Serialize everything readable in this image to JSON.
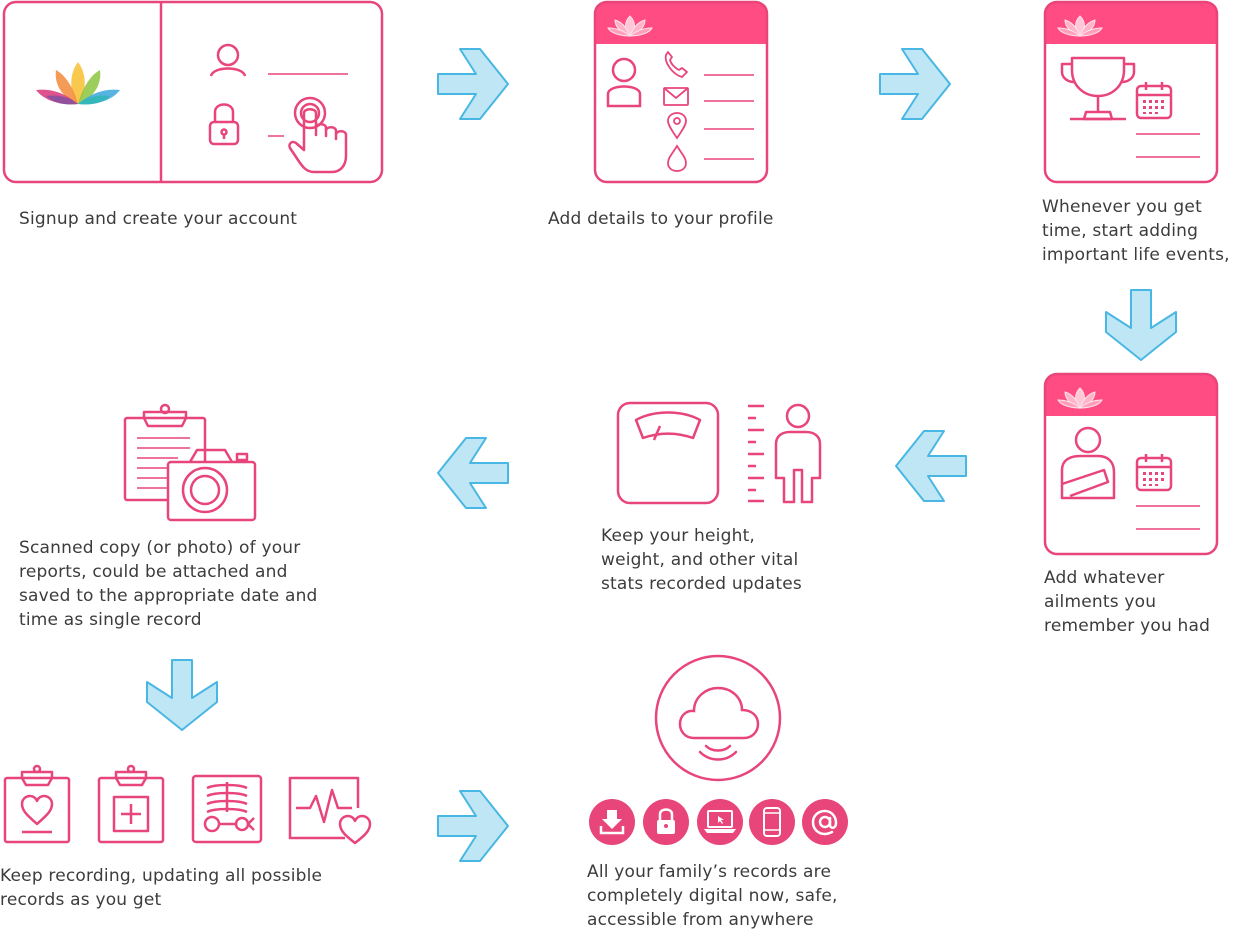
{
  "colors": {
    "pink": "#e8457a",
    "pink_header": "#ff4c83",
    "arrow_fill": "#bfe6f5",
    "arrow_stroke": "#49b7e3",
    "text": "#3c3c3c"
  },
  "steps": [
    {
      "id": "signup",
      "caption": "Signup and create your account",
      "icons": [
        "lotus-logo-icon",
        "user-icon",
        "padlock-icon",
        "pointing-hand-icon"
      ]
    },
    {
      "id": "profile",
      "caption": "Add details to your profile",
      "icons": [
        "lotus-icon",
        "person-icon",
        "phone-icon",
        "envelope-icon",
        "location-pin-icon",
        "blood-drop-icon"
      ]
    },
    {
      "id": "life-events",
      "caption": "Whenever you get\ntime, start adding\nimportant life events,",
      "icons": [
        "lotus-icon",
        "trophy-icon",
        "calendar-icon"
      ]
    },
    {
      "id": "ailments",
      "caption": "Add whatever\nailments you\nremember you had",
      "icons": [
        "lotus-icon",
        "injured-arm-icon",
        "calendar-icon"
      ]
    },
    {
      "id": "vitals",
      "caption": "Keep your height,\nweight, and other vital\nstats recorded updates",
      "icons": [
        "weighing-scale-icon",
        "height-ruler-icon",
        "standing-person-icon"
      ]
    },
    {
      "id": "scans",
      "caption": "Scanned copy (or photo) of your\nreports, could be attached and\nsaved to the appropriate date and\ntime as single record",
      "icons": [
        "clipboard-icon",
        "camera-icon"
      ]
    },
    {
      "id": "records",
      "caption": "Keep recording, updating all possible\nrecords as you get",
      "icons": [
        "clipboard-heart-icon",
        "clipboard-plus-icon",
        "xray-icon",
        "ecg-heart-icon"
      ]
    },
    {
      "id": "digital",
      "caption": "All your family’s records are\ncompletely digital now, safe,\naccessible from anywhere",
      "icons": [
        "cloud-icon",
        "download-icon",
        "lock-icon",
        "laptop-icon",
        "mobile-icon",
        "at-sign-icon"
      ]
    }
  ]
}
